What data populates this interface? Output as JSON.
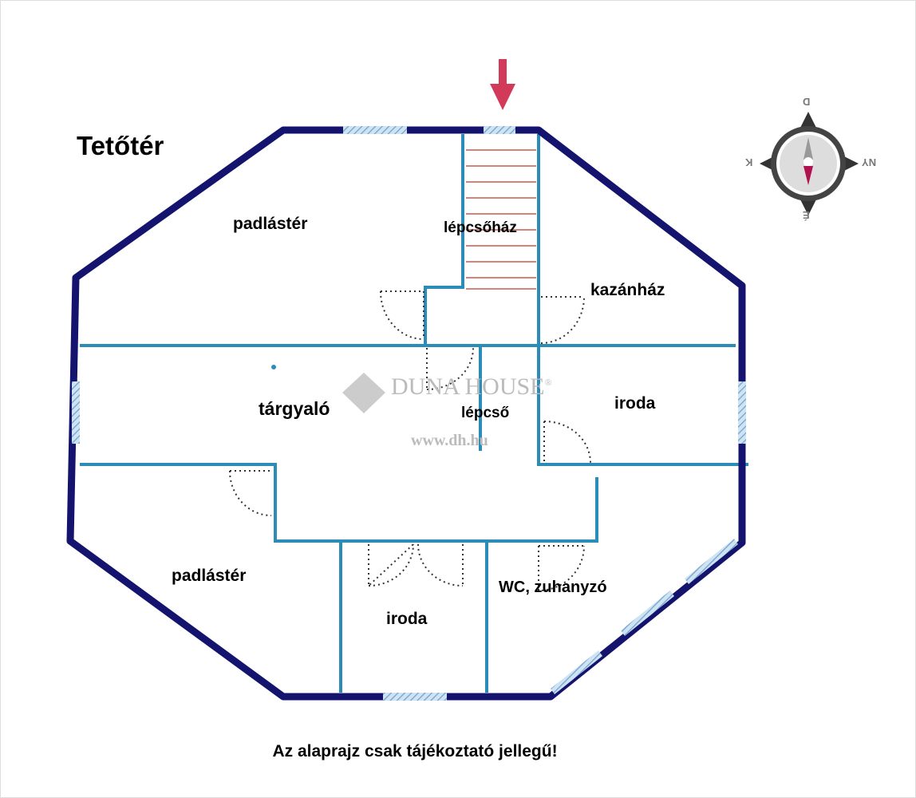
{
  "title": "Tetőtér",
  "rooms": [
    "padlástér",
    "lépcsőház",
    "kazánház",
    "tárgyaló",
    "lépcső",
    "iroda",
    "padlástér",
    "iroda",
    "WC, zuhanyzó"
  ],
  "watermark": {
    "brand": "DUNA HOUSE",
    "registered": "®",
    "url": "www.dh.hu"
  },
  "compass": {
    "north": "É",
    "south": "D",
    "east": "K",
    "west": "NY"
  },
  "note": "Az alaprajz csak tájékoztató jellegű!",
  "colors": {
    "outer_wall": "#14146e",
    "inner_wall": "#2b8cb8",
    "stairs": "#c0392b",
    "arrow": "#d23a5a"
  }
}
